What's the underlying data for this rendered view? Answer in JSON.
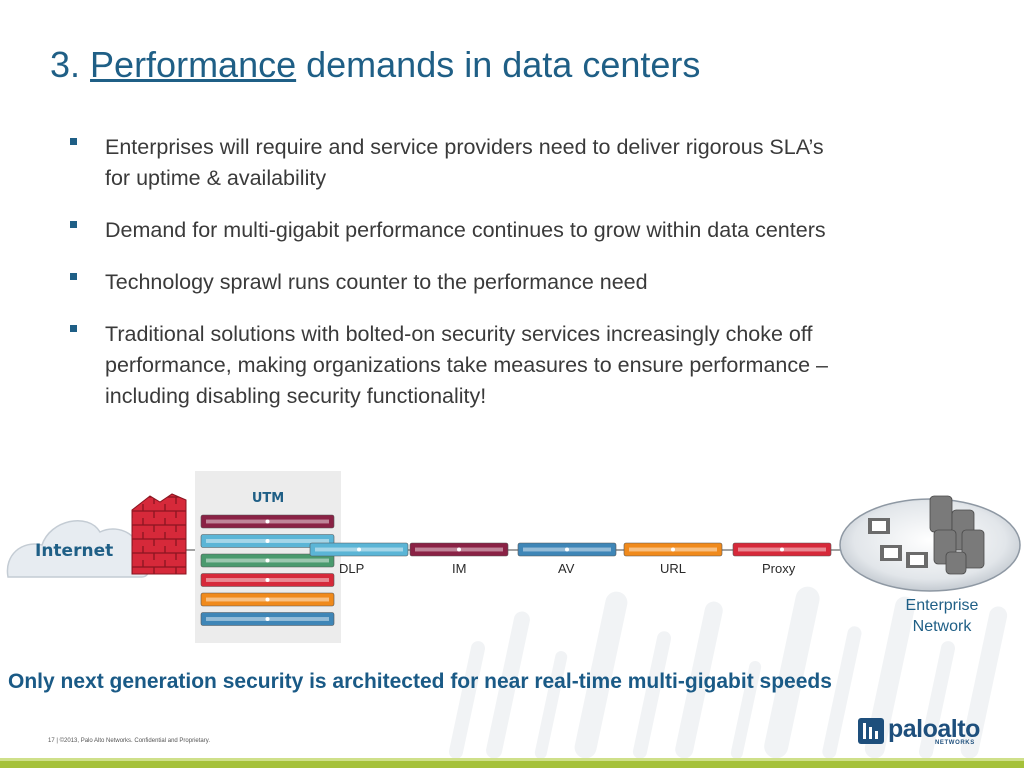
{
  "slide": {
    "title_prefix": "3. ",
    "title_emphasis": "Performance",
    "title_suffix": " demands in data centers",
    "bullets": [
      "Enterprises will require and service providers need to deliver rigorous SLA’s for uptime & availability",
      "Demand for multi-gigabit performance continues to grow within data centers",
      "Technology sprawl runs counter to the performance need",
      "Traditional solutions with bolted-on security services increasingly choke off performance, making organizations take measures to ensure performance – including disabling security functionality!"
    ],
    "tagline": "Only next generation security is architected for near real-time multi-gigabit speeds"
  },
  "diagram": {
    "internet_label": "Internet",
    "utm_label": "UTM",
    "appliances": [
      {
        "label": "DLP",
        "color": "#5bb5d6"
      },
      {
        "label": "IM",
        "color": "#8a2245"
      },
      {
        "label": "AV",
        "color": "#3f86b7"
      },
      {
        "label": "URL",
        "color": "#f08a1c"
      },
      {
        "label": "Proxy",
        "color": "#d6293a"
      }
    ],
    "utm_stack_colors": [
      "#8a2245",
      "#5bb5d6",
      "#4a9a6e",
      "#d6293a",
      "#f08a1c",
      "#3f86b7"
    ],
    "enterprise_label_line1": "Enterprise",
    "enterprise_label_line2": "Network"
  },
  "footer": {
    "page_number": "17",
    "separator": "|",
    "copyright": "©2013, Palo Alto Networks. Confidential and Proprietary.",
    "logo_text": "paloalto",
    "logo_subtext": "NETWORKS"
  },
  "colors": {
    "title": "#1f5f86",
    "accent_green": "#a5c13a",
    "firewall_red": "#d6293a"
  }
}
